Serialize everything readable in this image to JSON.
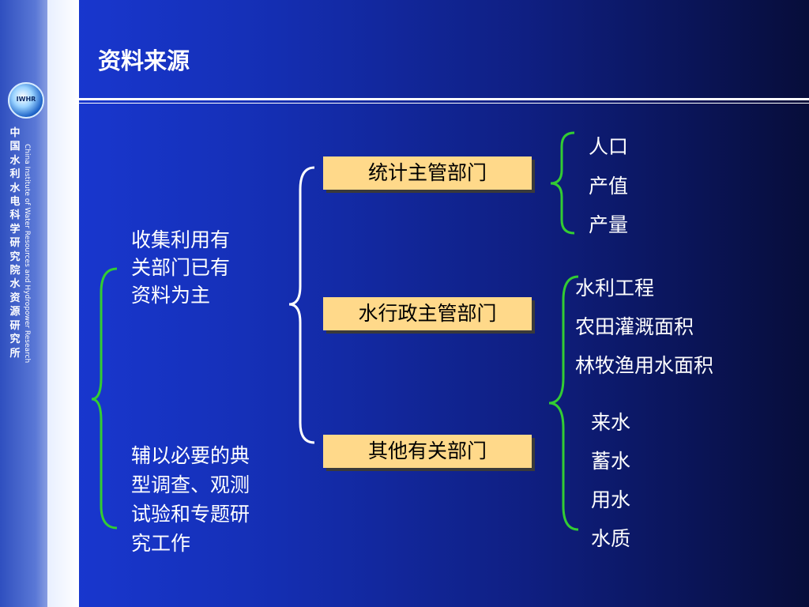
{
  "sidebar": {
    "logo_text": "IWHR",
    "org_name_cn": "中国水利水电科学研究院水资源研究所",
    "org_name_en": "China Institute of Water Resources and Hydropower Research"
  },
  "slide": {
    "title": "资料来源",
    "left_text_1": [
      "收集利用有",
      "关部门已有",
      "资料为主"
    ],
    "left_text_2": [
      "辅以必要的典",
      "型调查、观测",
      "试验和专题研",
      "究工作"
    ],
    "departments": [
      "统计主管部门",
      "水行政主管部门",
      "其他有关部门"
    ],
    "stat_items": [
      "人口",
      "产值",
      "产量"
    ],
    "water_admin_items": [
      "水利工程",
      "农田灌溉面积",
      "林牧渔用水面积"
    ],
    "other_items": [
      "来水",
      "蓄水",
      "用水",
      "水质"
    ]
  },
  "colors": {
    "background_left": "#1a3ad8",
    "background_right": "#070d3a",
    "dept_box": "#ffd98a",
    "green_brace": "#33cc33",
    "white_brace": "#ffffff"
  }
}
